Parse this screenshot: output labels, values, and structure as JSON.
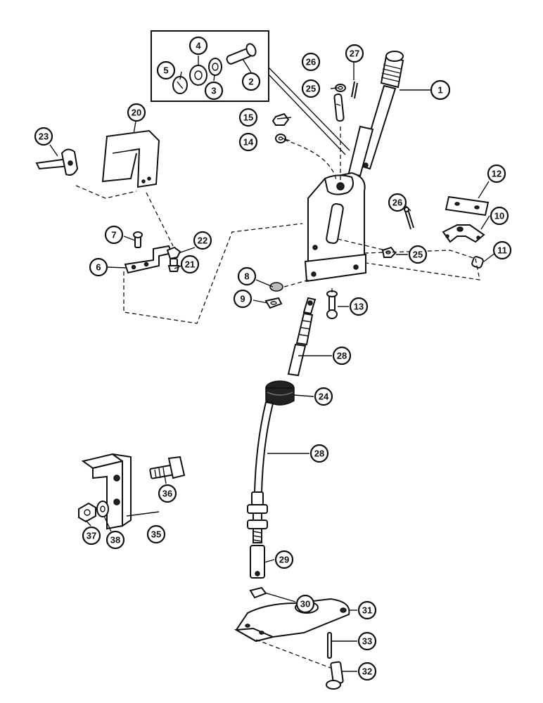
{
  "callouts": {
    "c1": "1",
    "c2": "2",
    "c3": "3",
    "c4": "4",
    "c5": "5",
    "c6": "6",
    "c7": "7",
    "c8": "8",
    "c9": "9",
    "c10": "10",
    "c11": "11",
    "c12": "12",
    "c13": "13",
    "c14": "14",
    "c15": "15",
    "c20": "20",
    "c21": "21",
    "c22": "22",
    "c23": "23",
    "c24": "24",
    "c25a": "25",
    "c25b": "25",
    "c26a": "26",
    "c26b": "26",
    "c27": "27",
    "c28a": "28",
    "c28b": "28",
    "c29": "29",
    "c30": "30",
    "c31": "31",
    "c32": "32",
    "c33": "33",
    "c35": "35",
    "c36": "36",
    "c37": "37",
    "c38": "38"
  }
}
